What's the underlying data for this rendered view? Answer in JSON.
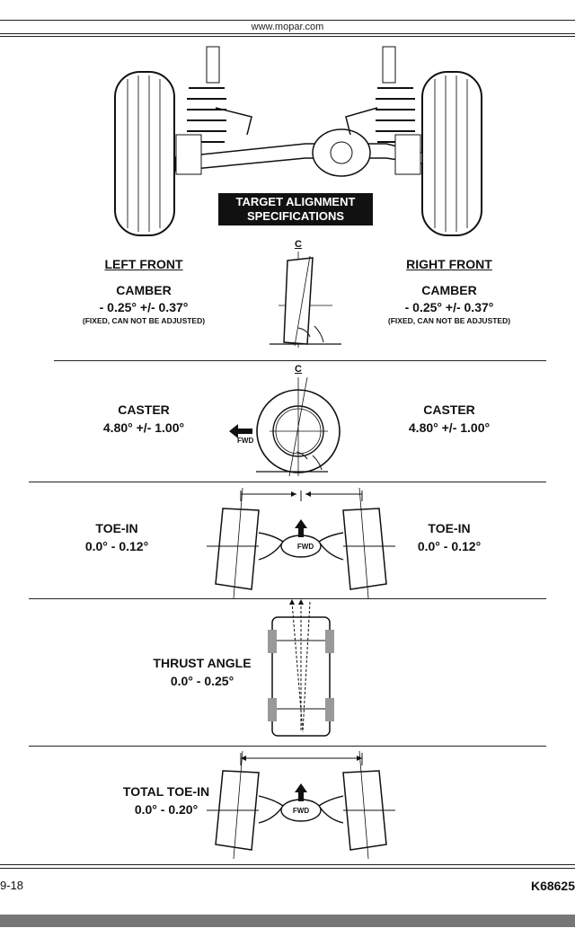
{
  "header": {
    "url": "www.mopar.com"
  },
  "banner": {
    "line1": "TARGET ALIGNMENT",
    "line2": "SPECIFICATIONS"
  },
  "columns": {
    "left": "LEFT FRONT",
    "right": "RIGHT FRONT"
  },
  "camber": {
    "label": "CAMBER",
    "left_value": "- 0.25°  +/-  0.37°",
    "right_value": "- 0.25°  +/-  0.37°",
    "note": "(FIXED, CAN NOT BE ADJUSTED)",
    "centerline": "C"
  },
  "caster": {
    "label": "CASTER",
    "left_value": "4.80°  +/-  1.00°",
    "right_value": "4.80°  +/-  1.00°",
    "fwd": "FWD",
    "centerline": "C"
  },
  "toe_in": {
    "label": "TOE-IN",
    "left_value": "0.0°  - 0.12°",
    "right_value": "0.0°  - 0.12°",
    "fwd": "FWD"
  },
  "thrust_angle": {
    "label": "THRUST ANGLE",
    "value": "0.0°  - 0.25°"
  },
  "total_toe_in": {
    "label": "TOTAL TOE-IN",
    "value": "0.0°  - 0.20°",
    "fwd": "FWD"
  },
  "footer": {
    "page": "9-18",
    "code": "K68625"
  }
}
